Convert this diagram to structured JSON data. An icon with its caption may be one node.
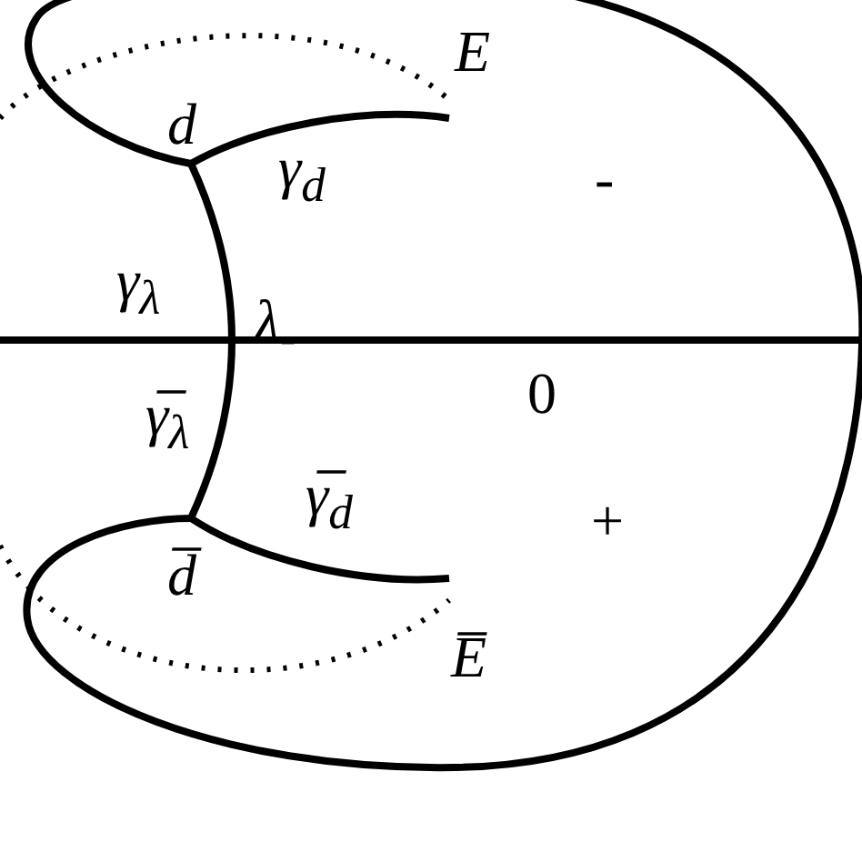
{
  "diagram": {
    "labels": [
      "E",
      "d",
      "γ$_{d}$",
      "-",
      "γ$_{λ}$",
      "λ$_{-}$",
      "γ̅$_{λ}$",
      "0",
      "d̅",
      "γ̅$_{d}$",
      "+",
      "E̅"
    ]
  }
}
